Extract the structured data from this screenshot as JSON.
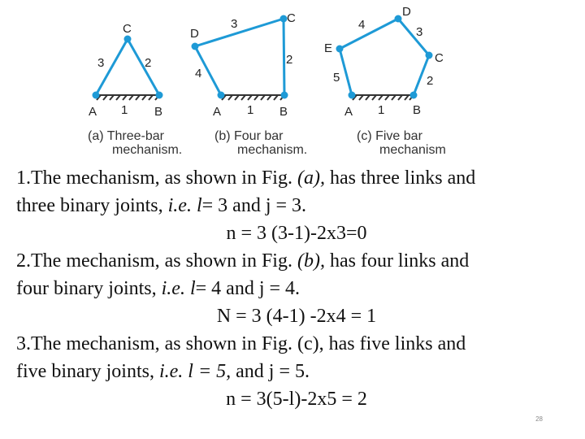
{
  "figure": {
    "a": {
      "joints": [
        "A",
        "B",
        "C"
      ],
      "links": [
        "1",
        "2",
        "3"
      ],
      "caption": [
        "(a) Three-bar",
        "mechanism."
      ]
    },
    "b": {
      "joints": [
        "A",
        "B",
        "C",
        "D"
      ],
      "links": [
        "1",
        "2",
        "3",
        "4"
      ],
      "caption": [
        "(b) Four bar",
        "mechanism."
      ]
    },
    "c": {
      "joints": [
        "A",
        "B",
        "C",
        "D",
        "E"
      ],
      "links": [
        "1",
        "2",
        "3",
        "4",
        "5"
      ],
      "caption": [
        "(c) Five bar",
        "mechanism"
      ]
    },
    "colors": {
      "link": "#1e9ad6",
      "ground": "#333333"
    }
  },
  "text": {
    "p1": {
      "line1_pre": "1.The mechanism, as shown in Fig. ",
      "line1_fig": "(a),",
      "line1_post": " has three links and",
      "line2_pre": "three binary joints, ",
      "line2_ie": "i.e. l",
      "line2_post": "= 3 and j = 3.",
      "formula": "n = 3 (3-1)-2x3=0"
    },
    "p2": {
      "line1_pre": "2.The mechanism, as shown in Fig. ",
      "line1_fig": "(b),",
      "line1_post": " has four links and",
      "line2_pre": "four binary joints, ",
      "line2_ie": "i.e. l",
      "line2_post": "= 4 and j = 4.",
      "formula": "N = 3 (4-1) -2x4 = 1"
    },
    "p3": {
      "line1": "3.The mechanism, as shown in Fig. (c), has five links and",
      "line2_pre": "five binary joints, ",
      "line2_ie": "i.e. l = 5,",
      "line2_post": " and j = 5.",
      "formula": "n = 3(5-l)-2x5 = 2"
    }
  },
  "slide_number": "28"
}
